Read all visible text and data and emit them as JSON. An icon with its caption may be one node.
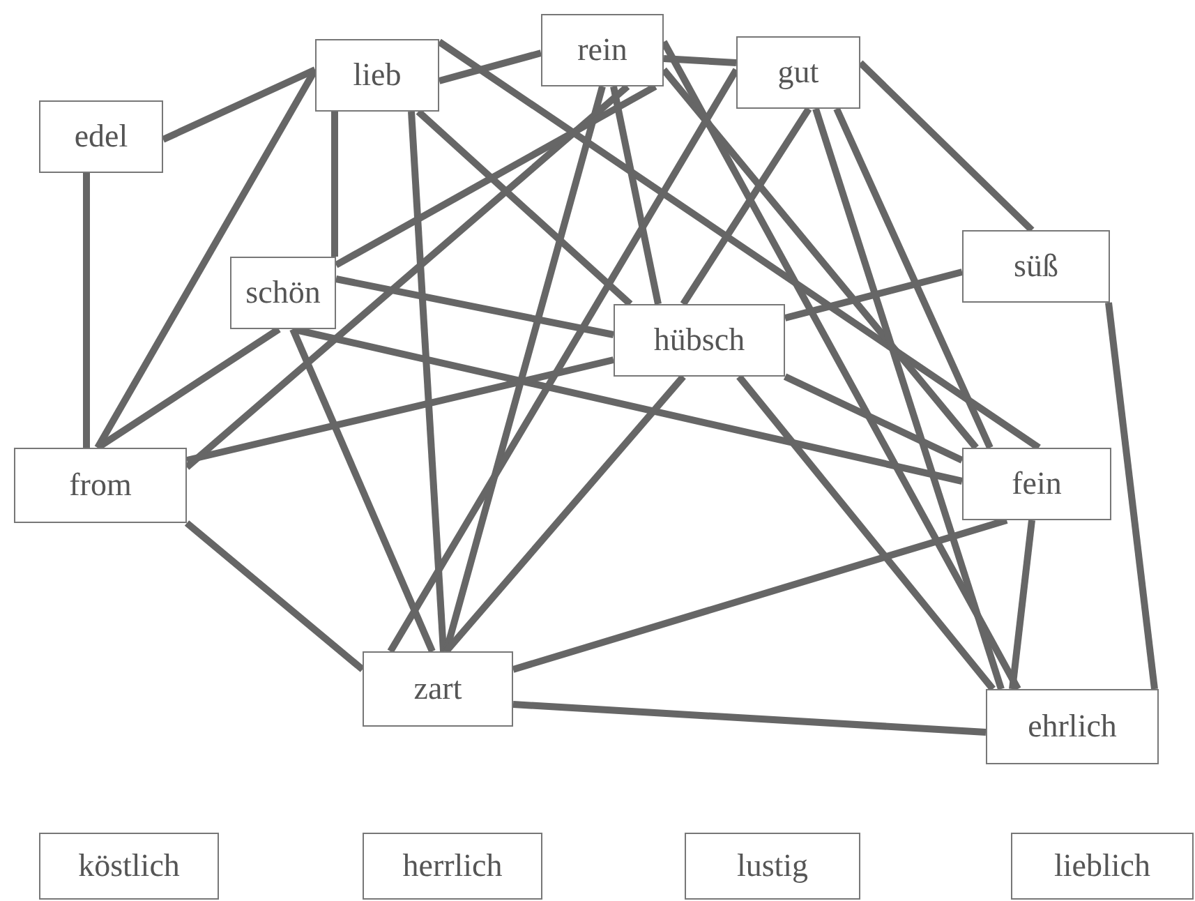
{
  "diagram": {
    "nodes": [
      {
        "text": [
          "edel"
        ]
      },
      {
        "text": [
          "lieb"
        ]
      },
      {
        "text": [
          "rein"
        ]
      },
      {
        "text": [
          "gut"
        ]
      },
      {
        "text": [
          "süß"
        ]
      },
      {
        "text": [
          "schön"
        ]
      },
      {
        "text": [
          "hübsch"
        ]
      },
      {
        "text": [
          "from"
        ]
      },
      {
        "text": [
          "fein"
        ]
      },
      {
        "text": [
          "zart"
        ]
      },
      {
        "text": [
          "ehrlich"
        ]
      },
      {
        "text": [
          "köstlich"
        ]
      },
      {
        "text": [
          "herrlich"
        ]
      },
      {
        "text": [
          "lustig"
        ]
      },
      {
        "text": [
          "lieblich"
        ]
      }
    ],
    "edges": [
      {
        "from": 0,
        "to": 1,
        "arrow": "none"
      },
      {
        "from": 0,
        "to": 7,
        "arrow": "none"
      },
      {
        "from": 1,
        "to": 7,
        "arrow": "none"
      },
      {
        "from": 1,
        "to": 5,
        "arrow": "none"
      },
      {
        "from": 1,
        "to": 2,
        "arrow": "none"
      },
      {
        "from": 1,
        "to": 9,
        "arrow": "none"
      },
      {
        "from": 1,
        "to": 6,
        "arrow": "none"
      },
      {
        "from": 1,
        "to": 8,
        "arrow": "none"
      },
      {
        "from": 2,
        "to": 6,
        "arrow": "none"
      },
      {
        "from": 2,
        "to": 9,
        "arrow": "none"
      },
      {
        "from": 2,
        "to": 7,
        "arrow": "none"
      },
      {
        "from": 2,
        "to": 5,
        "arrow": "none"
      },
      {
        "from": 2,
        "to": 3,
        "arrow": "none"
      },
      {
        "from": 2,
        "to": 8,
        "arrow": "none"
      },
      {
        "from": 2,
        "to": 10,
        "arrow": "none"
      },
      {
        "from": 3,
        "to": 6,
        "arrow": "none"
      },
      {
        "from": 3,
        "to": 10,
        "arrow": "none"
      },
      {
        "from": 3,
        "to": 4,
        "arrow": "none"
      },
      {
        "from": 3,
        "to": 9,
        "arrow": "none"
      },
      {
        "from": 3,
        "to": 8,
        "arrow": "none"
      },
      {
        "from": 4,
        "to": 6,
        "arrow": "none"
      },
      {
        "from": 4,
        "to": 10,
        "arrow": "none"
      },
      {
        "from": 5,
        "to": 6,
        "arrow": "none"
      },
      {
        "from": 5,
        "to": 8,
        "arrow": "none"
      },
      {
        "from": 5,
        "to": 9,
        "arrow": "none"
      },
      {
        "from": 5,
        "to": 7,
        "arrow": "none"
      },
      {
        "from": 7,
        "to": 6,
        "arrow": "none"
      },
      {
        "from": 7,
        "to": 9,
        "arrow": "none"
      },
      {
        "from": 6,
        "to": 9,
        "arrow": "none"
      },
      {
        "from": 6,
        "to": 10,
        "arrow": "none"
      },
      {
        "from": 6,
        "to": 8,
        "arrow": "none"
      },
      {
        "from": 8,
        "to": 10,
        "arrow": "none"
      },
      {
        "from": 9,
        "to": 8,
        "arrow": "none"
      },
      {
        "from": 9,
        "to": 10,
        "arrow": "none"
      }
    ]
  }
}
